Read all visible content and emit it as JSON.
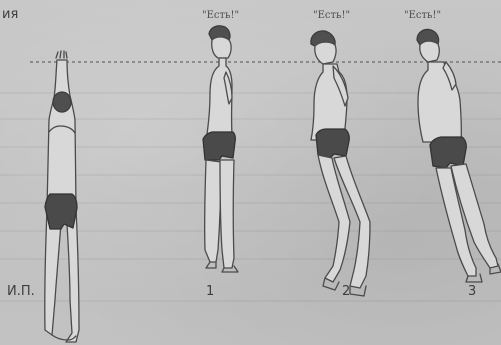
{
  "fragment": "ия",
  "callouts": [
    "\"Есть!\"",
    "\"Есть!\"",
    "\"Есть!\""
  ],
  "labels": [
    "И.П.",
    "1",
    "2",
    "3"
  ]
}
